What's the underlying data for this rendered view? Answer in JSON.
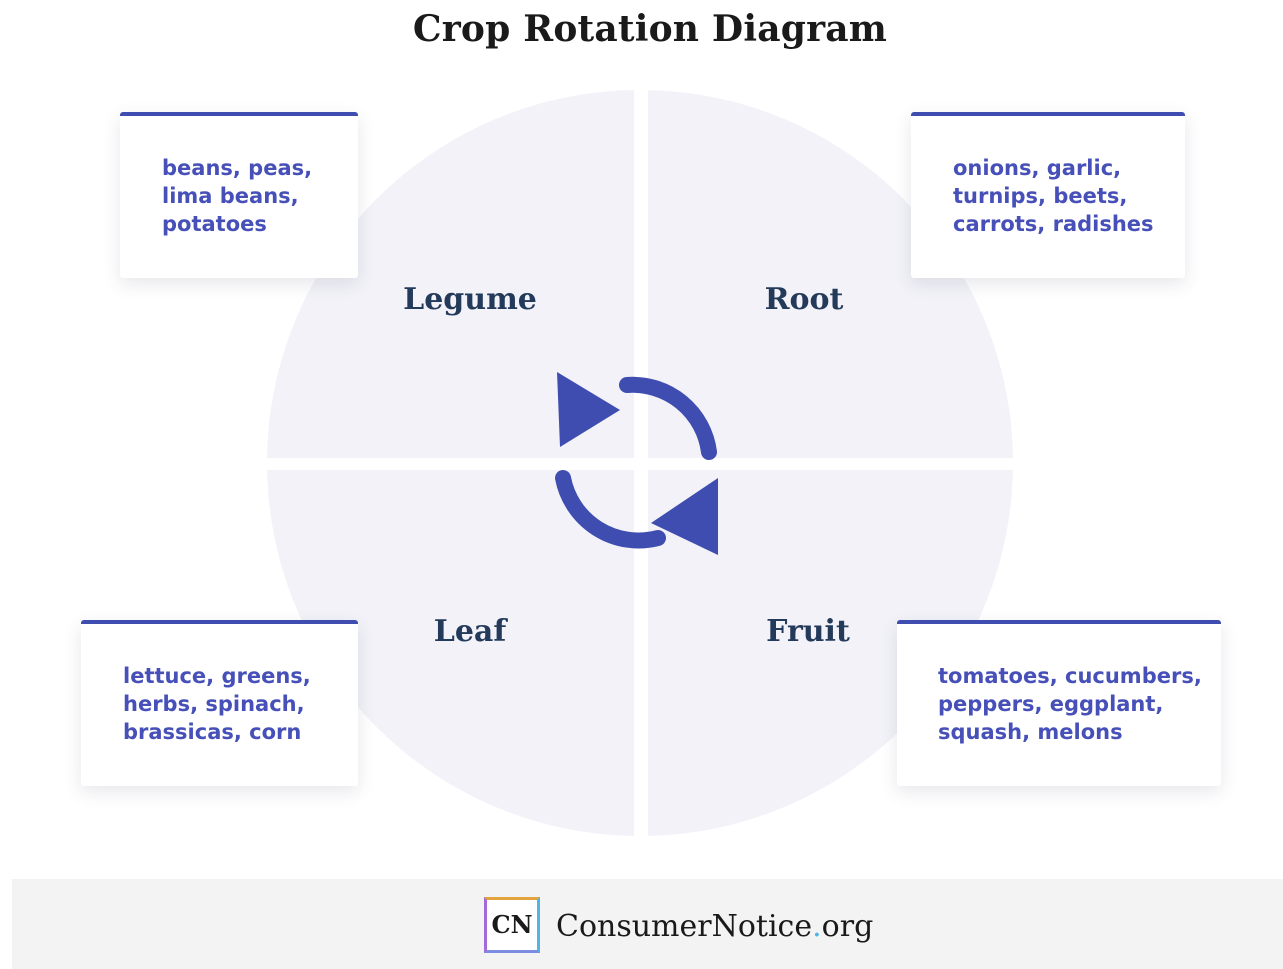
{
  "title": "Crop Rotation Diagram",
  "quadrants": [
    {
      "label": "Legume",
      "crops": "beans, peas,\nlima beans,\npotatoes"
    },
    {
      "label": "Root",
      "crops": "onions, garlic,\nturnips, beets,\ncarrots, radishes"
    },
    {
      "label": "Leaf",
      "crops": "lettuce, greens,\nherbs, spinach,\nbrassicas, corn"
    },
    {
      "label": "Fruit",
      "crops": "tomatoes, cucumbers,\npeppers, eggplant,\nsquash, melons"
    }
  ],
  "footer": {
    "logo_mark": "CN",
    "brand_name": "ConsumerNotice",
    "brand_dot": ".",
    "brand_tld": "org"
  },
  "icons": {
    "center": "rotation-arrows-icon"
  },
  "colors": {
    "accent": "#3f4db0",
    "card_text": "#4650b8",
    "label_text": "#243a5a",
    "circle_fill": "#f2f2f8"
  }
}
